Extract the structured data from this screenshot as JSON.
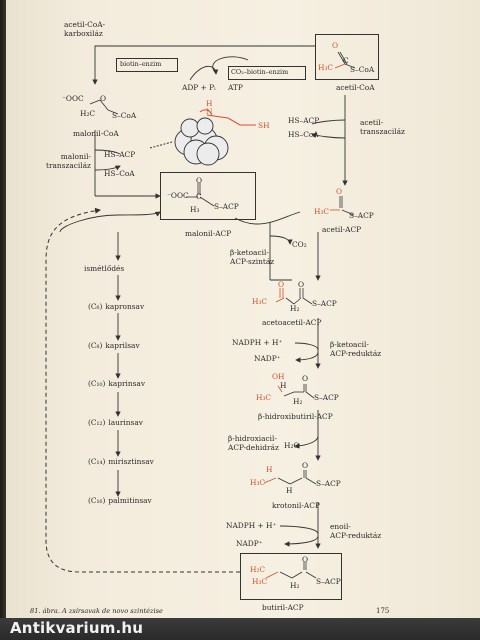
{
  "labels": {
    "carboxylase": "acetil-CoA-\nkarboxiláz",
    "biotin_enzyme": "biotin–enzim",
    "co2_biotin": "CO₂–biotin–enzim",
    "adp_pi": "ADP + Pᵢ",
    "atp": "ATP",
    "acetyl_coa": "acetil-CoA",
    "malonyl_coa": "malonil-CoA",
    "malonyl_transacylase": "malonil-\ntranszaciláz",
    "acetyl_transacylase": "acetil-\ntranszaciláz",
    "hs_acp_1": "HS–ACP",
    "hs_coa_1": "HS–CoA",
    "hs_acp_2": "HS–ACP",
    "hs_coa_2": "HS–CoA",
    "sh": "SH",
    "malonyl_acp": "malonil-ACP",
    "acetyl_acp": "acetil-ACP",
    "ketoacyl_synthase": "β-ketoacil-\nACP-szintáz",
    "co2": "CO₂",
    "repeat": "ismétlődés",
    "acetoacetyl_acp": "acetoacetil-ACP",
    "nadph_h": "NADPH + H⁺",
    "nadp": "NADP⁺",
    "ketoacyl_reductase": "β-ketoacil-\nACP-reduktáz",
    "hydroxybutyryl_acp": "β-hidroxibutiril-ACP",
    "hydroxyacyl_dehydratase": "β-hidroxiacil-\nACP-dehidráz",
    "h2o": "H₂O",
    "crotonyl_acp": "krotonil-ACP",
    "nadph_h_2": "NADPH + H⁺",
    "nadp_2": "NADP⁺",
    "enoyl_reductase": "enoil-\nACP-reduktáz",
    "butyryl_acp": "butiril-ACP",
    "caption": "81. ábra. A zsírsavak de novo szintézise",
    "page_number": "175",
    "watermark": "Antikvarium.hu"
  },
  "acids": [
    {
      "n": "(C₆)",
      "name": "kapronsav"
    },
    {
      "n": "(C₈)",
      "name": "kaprilsav"
    },
    {
      "n": "(C₁₀)",
      "name": "kaprinsav"
    },
    {
      "n": "(C₁₂)",
      "name": "laurinsav"
    },
    {
      "n": "(C₁₄)",
      "name": "mirisztinsav"
    },
    {
      "n": "(C₁₆)",
      "name": "palmitinsav"
    }
  ],
  "chem": {
    "o": "O",
    "o_h": "OH",
    "h": "H",
    "c": "C",
    "h3c": "H₃C",
    "h2c": "H₂C",
    "h2": "H₂",
    "h3": "H₃",
    "s_coa": "S–CoA",
    "s_acp": "S–ACP",
    "ooc": "⁻OOC",
    "ooc2": "⁻OOC",
    "hn": "H",
    "n": "N",
    "s": "S"
  },
  "colors": {
    "accent": "#d4502b",
    "ink": "#2a2a2a",
    "paper": "#f4eee0"
  }
}
